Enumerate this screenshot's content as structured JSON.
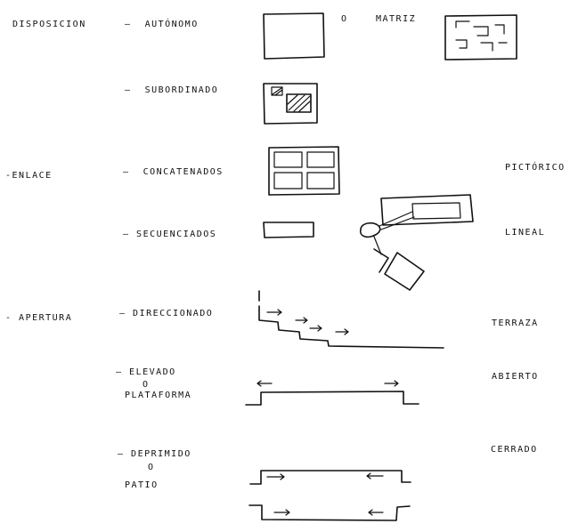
{
  "categories": [
    {
      "label": "DISPOSICION",
      "items": [
        {
          "label": "AUTÓNOMO",
          "alt_connector": "O",
          "alt_label": "MATRIZ"
        },
        {
          "label": "SUBORDINADO"
        }
      ]
    },
    {
      "label": "ENLACE",
      "items": [
        {
          "label": "CONCATENADOS",
          "right_label": "PICTÓRICO"
        },
        {
          "label": "SECUENCIADOS",
          "right_label": "LINEAL"
        }
      ]
    },
    {
      "label": "APERTURA",
      "items": [
        {
          "label": "DIRECCIONADO",
          "right_label": "TERRAZA"
        },
        {
          "label": "ELEVADO",
          "connector": "O",
          "label2": "PLATAFORMA",
          "right_label": "ABIERTO"
        },
        {
          "label": "DEPRIMIDO",
          "connector": "O",
          "label2": "PATIO",
          "right_label": "CERRADO"
        }
      ]
    }
  ]
}
